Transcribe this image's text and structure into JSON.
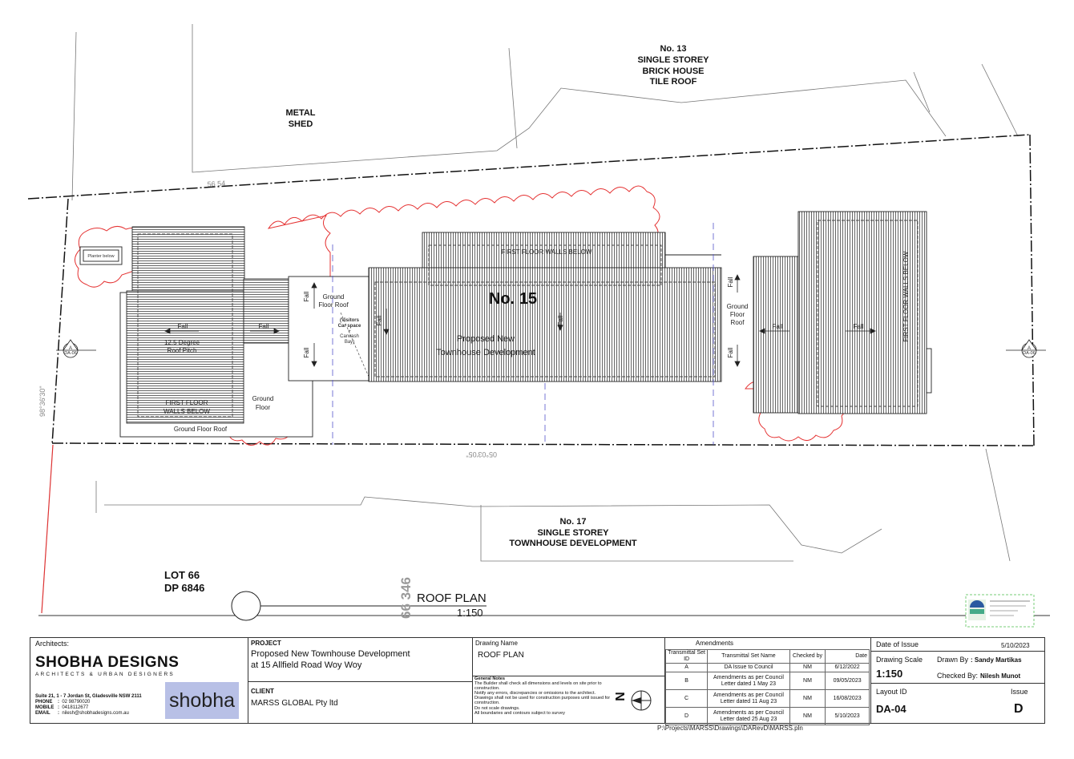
{
  "drawing": {
    "neighbor_north": [
      "No. 13",
      "SINGLE STOREY",
      "BRICK HOUSE",
      "TILE ROOF"
    ],
    "metal_shed": [
      "METAL",
      "SHED"
    ],
    "neighbor_south": [
      "No. 17",
      "SINGLE STOREY",
      "TOWNHOUSE DEVELOPMENT"
    ],
    "lot": [
      "LOT 66",
      "DP 6846"
    ],
    "plan_title": "ROOF PLAN",
    "plan_scale": "1:150",
    "plan_number": "66 346",
    "house_number": "No. 15",
    "proposed": [
      "Proposed New",
      "Townhouse Development"
    ],
    "first_floor_walls_below": "FIRST FLOOR WALLS BELOW",
    "first_floor_walls_below_left": [
      "FIRST  FLOOR",
      "WALLS  BELOW"
    ],
    "ground_floor_roof": "Ground Floor Roof",
    "ground_floor_roof_mid": [
      "Ground",
      "Floor Roof"
    ],
    "ground_floor_roof_right": [
      "Ground",
      "Floor",
      "Roof"
    ],
    "ground_floor": [
      "Ground",
      "Floor"
    ],
    "roof_pitch": [
      "12.5 Degree",
      "Roof Pitch"
    ],
    "planter": "Planter below",
    "visitors": [
      "(Visitors",
      "Car space",
      "+",
      "Carwash",
      "Bay)"
    ],
    "fall": "Fall",
    "section_marker": "A",
    "section_ref": "DA-06",
    "bearing_top": "56 54",
    "bearing_bottom": "05°03'05\"",
    "bearing_left": "98°36'30\""
  },
  "titleblock": {
    "architects_label": "Architects:",
    "firm_name": "SHOBHA DESIGNS",
    "firm_sub": "ARCHITECTS & URBAN DESIGNERS",
    "contact": [
      {
        "k": "Suite 21, 1 - 7 Jordan St, Gladesville NSW 2111",
        "v": ""
      },
      {
        "k": "PHONE",
        "v": "02 98790020"
      },
      {
        "k": "MOBILE",
        "v": "0418112677"
      },
      {
        "k": "EMAIL",
        "v": "nilesh@shobhadesigns.com.au"
      }
    ],
    "logo_text": "shobha",
    "project_label": "PROJECT",
    "project_lines": [
      "Proposed New Townhouse Development",
      "at 15 Allfield Road Woy Woy"
    ],
    "client_label": "CLIENT",
    "client_name": "MARSS GLOBAL Pty ltd",
    "drawing_name_label": "Drawing Name",
    "drawing_name": "ROOF PLAN",
    "general_notes_title": "General Notes",
    "general_notes": [
      "The Builder shall check all dimensions and levels on site prior to",
      "construction.",
      "Notify any errors, discrepancies or omissions to the architect.",
      "Drawings shall not be used for construction purposes until issued for",
      "construction.",
      "Do not scale drawings.",
      "All boundaries and contours subject to survey"
    ],
    "north": "N",
    "amendments_title": "Amendments",
    "amend_headers": [
      "Transmittal Set ID",
      "Transmittal Set Name",
      "Checked by",
      "Date"
    ],
    "amendments": [
      {
        "id": "A",
        "name": "DA Issue to Council",
        "by": "NM",
        "date": "6/12/2022"
      },
      {
        "id": "B",
        "name": "Amendments as per Council Letter dated 1 May 23",
        "by": "NM",
        "date": "09/05/2023"
      },
      {
        "id": "C",
        "name": "Amendments as per Council Letter dated 11 Aug 23",
        "by": "NM",
        "date": "16/08/2023"
      },
      {
        "id": "D",
        "name": "Amendments as per Council Letter dated 25 Aug 23",
        "by": "NM",
        "date": "5/10/2023"
      }
    ],
    "date_of_issue_label": "Date of Issue",
    "date_of_issue": "5/10/2023",
    "drawing_scale_label": "Drawing Scale",
    "drawing_scale": "1:150",
    "drawn_by_label": "Drawn By",
    "drawn_by": ": Sandy  Martikas",
    "checked_by_label": "Checked By:",
    "checked_by": "Nilesh Munot",
    "layout_id_label": "Layout ID",
    "layout_id": "DA-04",
    "issue_label": "Issue",
    "issue": "D"
  },
  "file_path": "P:\\Projects\\MARSS\\Drawings\\DARevD\\MARSS.pln",
  "colors": {
    "cloud": "#e53333",
    "line": "#222222",
    "hatch": "#555555",
    "axis": "#5555cc",
    "logo_bg": "#b8c0e6"
  }
}
